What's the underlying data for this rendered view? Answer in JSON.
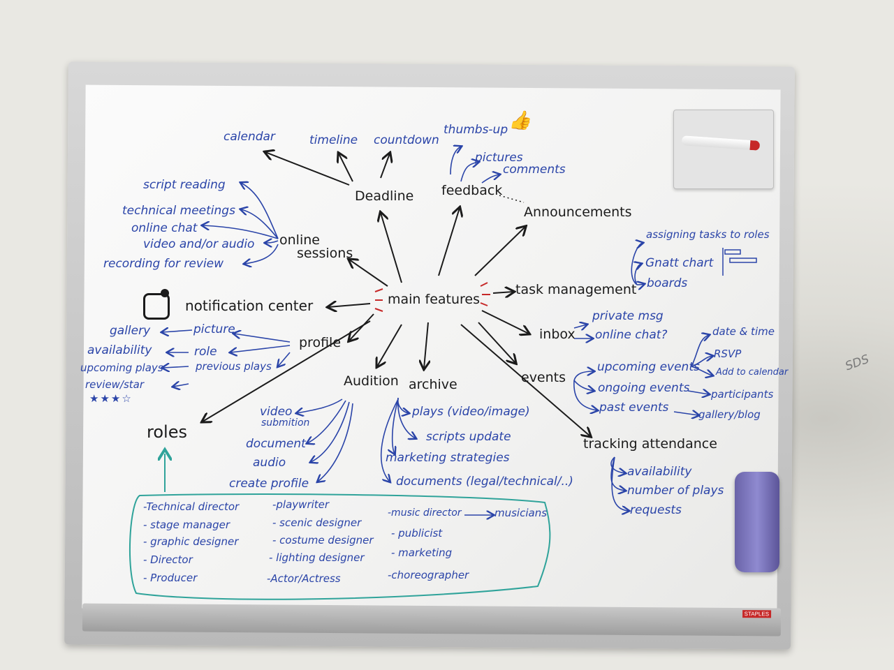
{
  "colors": {
    "blue_ink": "#2a44a8",
    "black_ink": "#1b1b1b",
    "green_ink": "#2fa39a",
    "red_ink": "#c62828"
  },
  "center": {
    "label": "main features"
  },
  "deadline": {
    "label": "Deadline",
    "items": [
      "calendar",
      "timeline",
      "countdown"
    ]
  },
  "feedback": {
    "label": "feedback",
    "items": [
      "thumbs-up",
      "pictures",
      "comments"
    ]
  },
  "announcements": {
    "label": "Announcements"
  },
  "online_sessions": {
    "label_line1": "online",
    "label_line2": "sessions",
    "items": [
      "script reading",
      "technical meetings",
      "online chat",
      "video and/or audio",
      "recording for review"
    ]
  },
  "notification": {
    "label": "notification center",
    "icon": "bell-square-icon"
  },
  "profile": {
    "label": "profile",
    "items": [
      "picture",
      "role",
      "previous plays"
    ],
    "sub_items": [
      "gallery",
      "availability",
      "upcoming plays",
      "review/star"
    ],
    "stars": "★★★☆"
  },
  "roles": {
    "label": "roles",
    "col1": [
      "-Technical director",
      "- stage manager",
      "- graphic designer",
      "- Director",
      "- Producer"
    ],
    "col2": [
      "-playwriter",
      "- scenic designer",
      "- costume designer",
      "- lighting designer",
      "-Actor/Actress"
    ],
    "col3": [
      "-music director",
      "- publicist",
      "- marketing",
      "-choreographer"
    ],
    "musicians": "musicians"
  },
  "audition": {
    "label": "Audition",
    "items": [
      "video",
      "submition",
      "document",
      "audio",
      "create profile"
    ]
  },
  "archive": {
    "label": "archive",
    "items": [
      "plays (video/image)",
      "scripts update",
      "marketing strategies",
      "documents (legal/technical/..)"
    ]
  },
  "task_management": {
    "label": "task management",
    "items": [
      "assigning tasks to roles",
      "Gnatt chart",
      "boards"
    ]
  },
  "inbox": {
    "label": "inbox",
    "items": [
      "private msg",
      "online chat?"
    ]
  },
  "events": {
    "label": "events",
    "items": [
      "upcoming events",
      "ongoing events",
      "past events"
    ],
    "upcoming_sub": [
      "date & time",
      "RSVP",
      "Add to calendar"
    ],
    "ongoing_sub": "participants",
    "past_sub": "gallery/blog"
  },
  "tracking": {
    "label": "tracking attendance",
    "items": [
      "availability",
      "number of plays",
      "requests"
    ]
  },
  "wall_note": {
    "label": "SDS"
  },
  "tray_brand": {
    "label": "STAPLES"
  }
}
